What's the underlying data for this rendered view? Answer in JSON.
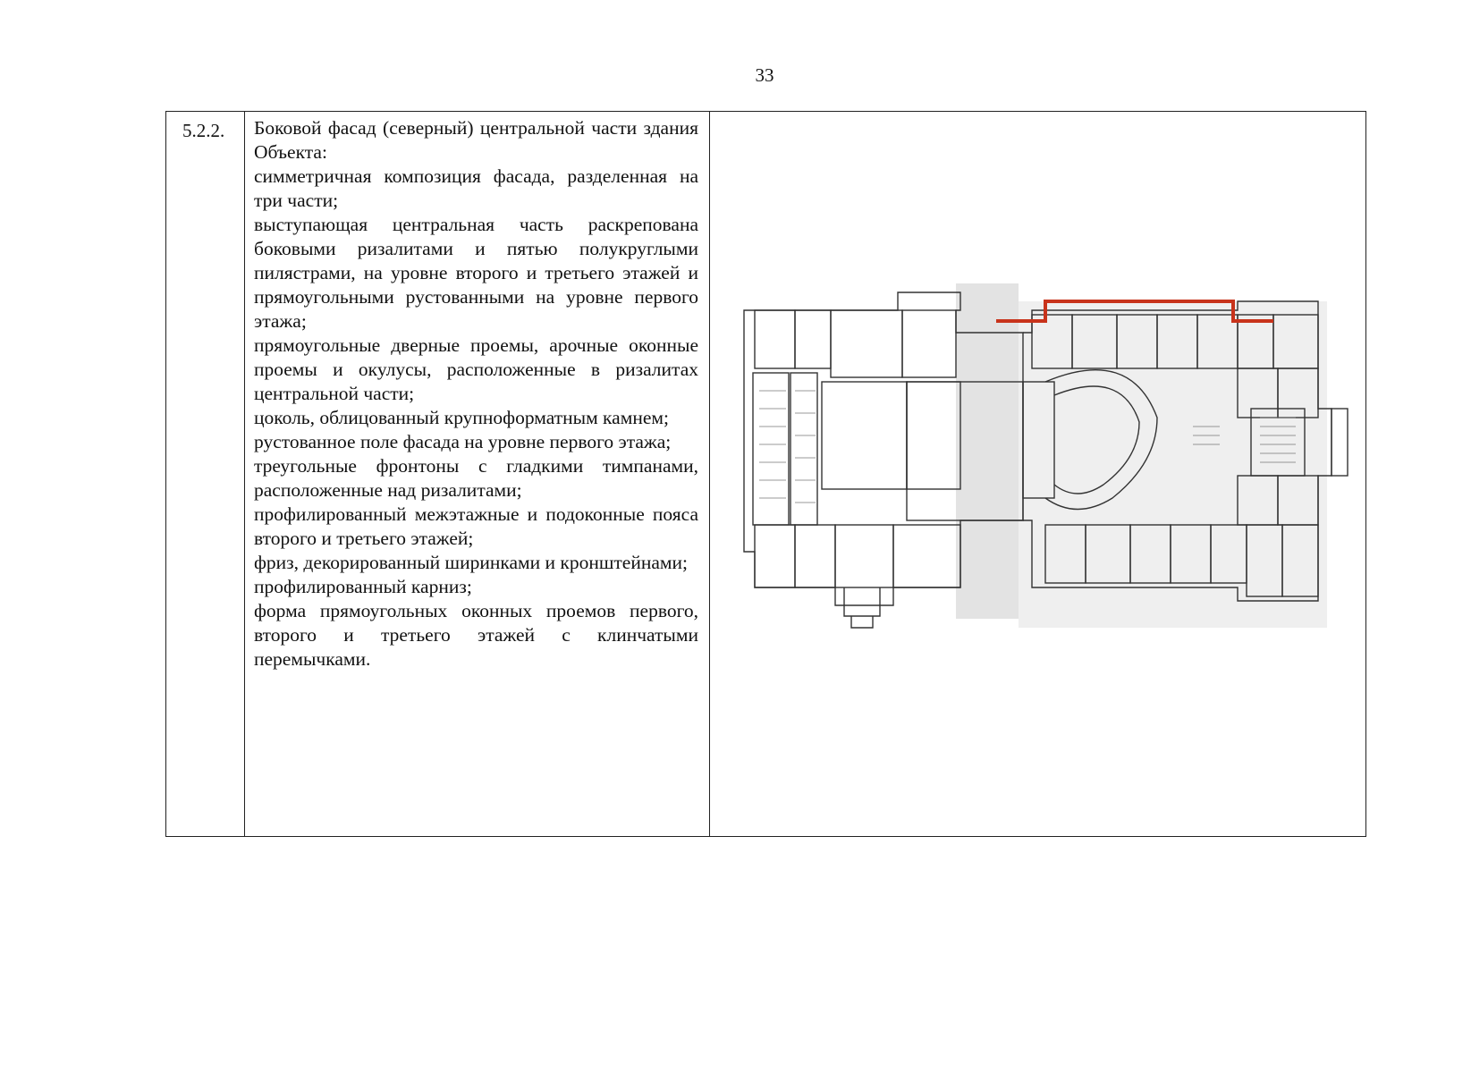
{
  "page": {
    "number": "33"
  },
  "row": {
    "number": "5.2.2.",
    "paragraphs": [
      "Боковой фасад (северный) центральной части здания Объекта:",
      "симметричная композиция фасада, разделенная на три части;",
      "выступающая центральная часть раскрепована боковыми ризалитами и пятью полукруглыми пилястрами, на уровне второго и третьего этажей и прямоугольными рустованными на уровне первого этажа;",
      "прямоугольные дверные проемы, арочные оконные проемы и окулусы, расположенные в ризалитах центральной части;",
      "цоколь, облицованный крупноформатным камнем;",
      "рустованное поле фасада на уровне первого этажа;",
      "треугольные фронтоны с гладкими тимпанами, расположенные над ризалитами;",
      "профилированный межэтажные и подоконные пояса второго и третьего этажей;",
      "фриз, декорированный ширинками и кронштейнами;",
      "профилированный карниз;",
      "форма прямоугольных оконных проемов первого, второго и третьего этажей с клинчатыми перемычками."
    ]
  },
  "plan": {
    "highlight_color": "#c8331b"
  }
}
